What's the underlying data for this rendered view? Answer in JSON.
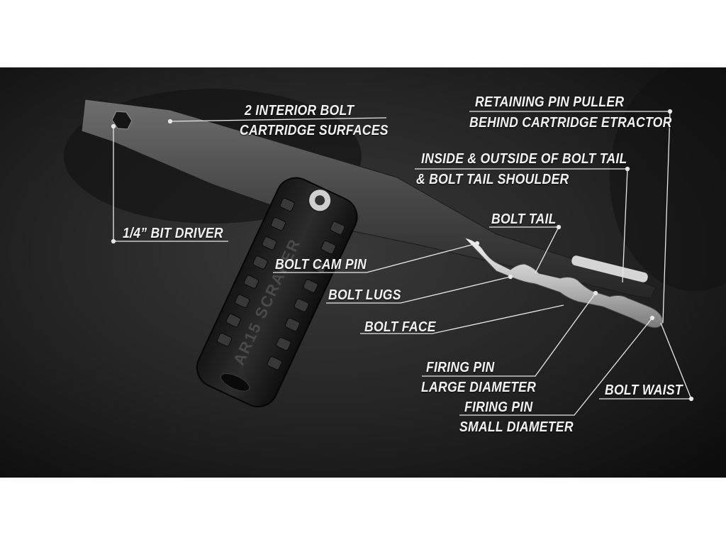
{
  "labels": {
    "interior_bolt_1": "2 INTERIOR BOLT",
    "interior_bolt_2": "CARTRIDGE SURFACES",
    "retaining_1": "RETAINING PIN PULLER",
    "retaining_2": "BEHIND CARTRIDGE ETRACTOR",
    "tail_inside_1": "INSIDE & OUTSIDE OF BOLT TAIL",
    "tail_inside_2": "& BOLT TAIL SHOULDER",
    "bit_driver": "1/4” BIT DRIVER",
    "bolt_tail": "BOLT TAIL",
    "bolt_cam_pin": "BOLT CAM PIN",
    "bolt_lugs": "BOLT LUGS",
    "bolt_face": "BOLT FACE",
    "firing_large_1": "FIRING PIN",
    "firing_large_2": "LARGE DIAMETER",
    "firing_small_1": "FIRING PIN",
    "firing_small_2": "SMALL DIAMETER",
    "bolt_waist": "BOLT WAIST"
  },
  "tool_engraving": "AR15 SCRAPER",
  "colors": {
    "background": "#ffffff",
    "photo_dark": "#1b1b1b",
    "label_text": "#f2f2f2",
    "leader_line": "#e8e8e8"
  }
}
